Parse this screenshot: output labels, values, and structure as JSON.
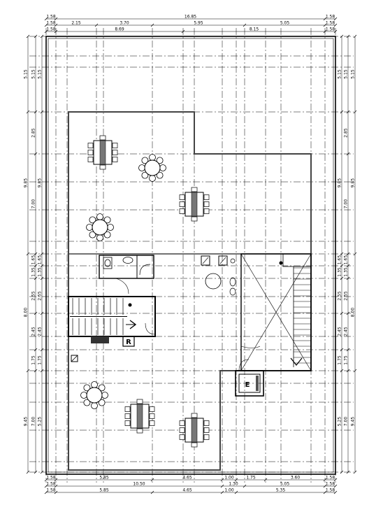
{
  "dimensions": {
    "top_rows": [
      [
        "1.58",
        "16.85",
        "1.58"
      ],
      [
        "1.58",
        "2.15",
        "3.70",
        "5.95",
        "5.05",
        "1.58"
      ],
      [
        "1.58",
        "8.69",
        "8.15",
        "1.58"
      ]
    ],
    "bottom_rows": [
      [
        "1.58",
        "5.85",
        "4.65",
        "1.00",
        "1.75",
        "3.60",
        "1.58"
      ],
      [
        "1.58",
        "10.50",
        "1.30",
        "5.05",
        "1.58"
      ],
      [
        "1.58",
        "5.85",
        "4.65",
        "1.00",
        "5.35",
        "1.58"
      ]
    ],
    "side_col_outer": [
      "5.15",
      "9.85",
      "8.00",
      "9.45"
    ],
    "side_col_mid": [
      "5.15",
      "2.85",
      "7.00",
      "1.65",
      "1.35",
      "2.55",
      "2.45",
      "1.75",
      "7.00"
    ],
    "side_col_inner": [
      "5.15",
      "9.85",
      "1.65",
      "1.35",
      "2.55",
      "2.45",
      "1.75",
      "5.25"
    ]
  },
  "labels": {
    "refrigerator": "R",
    "elevator": "E"
  }
}
